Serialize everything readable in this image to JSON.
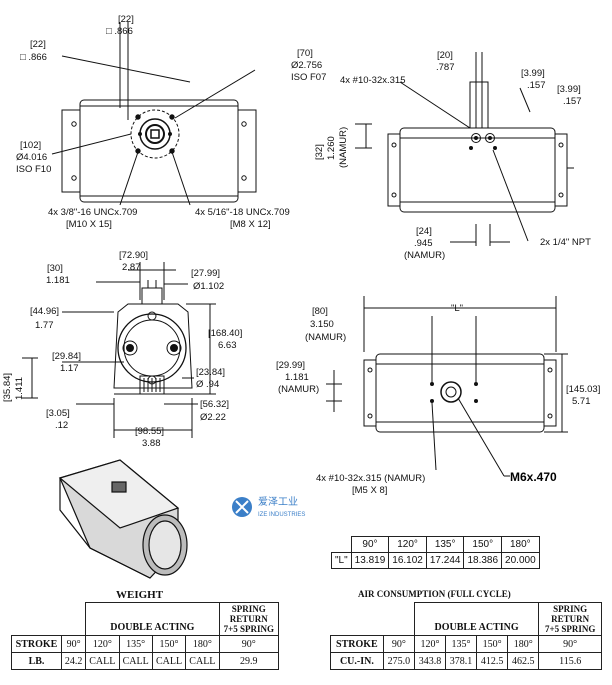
{
  "top_view": {
    "dim_22a": [
      "[22]",
      "□ .866"
    ],
    "dim_22b": [
      "[22]",
      "□ .866"
    ],
    "dim_70": [
      "[70]",
      "Ø2.756",
      "ISO F07"
    ],
    "dim_102": [
      "[102]",
      "Ø4.016",
      "ISO F10"
    ],
    "bolt_f10": [
      "4x 3/8\"-16 UNCx.709",
      "[M10 X 15]"
    ],
    "bolt_f07": [
      "4x 5/16\"-18 UNCx.709",
      "[M8 X 12]"
    ]
  },
  "side_view_top_right": {
    "dim_20": [
      "[20]",
      ".787"
    ],
    "holes": "4x #10-32x.315",
    "dim_399a": [
      "[3.99]",
      ".157"
    ],
    "dim_399b": [
      "[3.99]",
      ".157"
    ],
    "dim_32": [
      "[32]",
      "1.260",
      "(NAMUR)"
    ],
    "dim_24": [
      "[24]",
      ".945",
      "(NAMUR)"
    ],
    "npt": "2x 1/4\" NPT"
  },
  "end_view": {
    "dim_30": [
      "[30]",
      "1.181"
    ],
    "dim_7290": [
      "[72.90]",
      "2.87"
    ],
    "dim_2799": [
      "[27.99]",
      "Ø1.102"
    ],
    "dim_4496": [
      "[44.96]",
      "1.77"
    ],
    "dim_16840": [
      "[168.40]",
      "6.63"
    ],
    "dim_2984": [
      "[29.84]",
      "1.17"
    ],
    "dim_3584": [
      "[35.84]",
      "1.411"
    ],
    "dim_2384": [
      "[23.84]",
      "Ø .94"
    ],
    "dim_305": [
      "[3.05]",
      ".12"
    ],
    "dim_5632": [
      "[56.32]",
      "Ø2.22"
    ],
    "dim_9855": [
      "[98.55]",
      "3.88"
    ]
  },
  "bottom_view": {
    "dim_80": [
      "[80]",
      "3.150",
      "(NAMUR)"
    ],
    "L": "\"L\"",
    "dim_2999": [
      "[29.99]",
      "1.181",
      "(NAMUR)"
    ],
    "dim_14503": [
      "[145.03]",
      "5.71"
    ],
    "holes": [
      "4x #10-32x.315 (NAMUR)",
      "[M5 X 8]"
    ],
    "m6": "M6x.470"
  },
  "logo": {
    "cn": "爱泽工业",
    "en": "IZE INDUSTRIES"
  },
  "l_table": {
    "angles": [
      "90°",
      "120°",
      "135°",
      "150°",
      "180°"
    ],
    "label": "\"L\"",
    "values": [
      "13.819",
      "16.102",
      "17.244",
      "18.386",
      "20.000"
    ]
  },
  "weight": {
    "caption": "WEIGHT",
    "spring_return": [
      "SPRING",
      "RETURN",
      "7+5 SPRING"
    ],
    "double_acting": "DOUBLE ACTING",
    "stroke": "STROKE",
    "angles": [
      "90°",
      "120°",
      "135°",
      "150°",
      "180°"
    ],
    "sr_angle": "90°",
    "row_label": "LB.",
    "values": [
      "24.2",
      "CALL",
      "CALL",
      "CALL",
      "CALL"
    ],
    "sr_value": "29.9"
  },
  "air": {
    "caption": "AIR CONSUMPTION  (FULL CYCLE)",
    "spring_return": [
      "SPRING",
      "RETURN",
      "7+5 SPRING"
    ],
    "double_acting": "DOUBLE ACTING",
    "stroke": "STROKE",
    "angles": [
      "90°",
      "120°",
      "135°",
      "150°",
      "180°"
    ],
    "sr_angle": "90°",
    "row_label": "CU.-IN.",
    "values": [
      "275.0",
      "343.8",
      "378.1",
      "412.5",
      "462.5"
    ],
    "sr_value": "115.6"
  }
}
